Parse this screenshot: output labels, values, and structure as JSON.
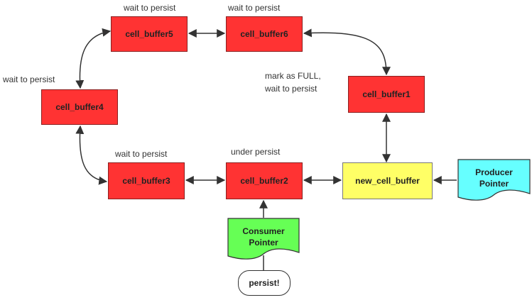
{
  "buffers": {
    "cell_buffer1": "cell_buffer1",
    "cell_buffer2": "cell_buffer2",
    "cell_buffer3": "cell_buffer3",
    "cell_buffer4": "cell_buffer4",
    "cell_buffer5": "cell_buffer5",
    "cell_buffer6": "cell_buffer6",
    "new_cell_buffer": "new_cell_buffer"
  },
  "notes": {
    "buffer5": "wait to persist",
    "buffer6": "wait to persist",
    "buffer4": "wait to persist",
    "buffer3": "wait to persist",
    "buffer2": "under persist",
    "buffer1_line1": "mark as FULL,",
    "buffer1_line2": "wait to persist"
  },
  "pointers": {
    "producer_line1": "Producer",
    "producer_line2": "Pointer",
    "consumer_line1": "Consumer",
    "consumer_line2": "Pointer"
  },
  "action": {
    "persist": "persist!"
  },
  "colors": {
    "full_buffer": "#ff3333",
    "new_buffer": "#ffff66",
    "producer": "#66ffff",
    "consumer": "#66ff55",
    "connector": "#333333"
  }
}
